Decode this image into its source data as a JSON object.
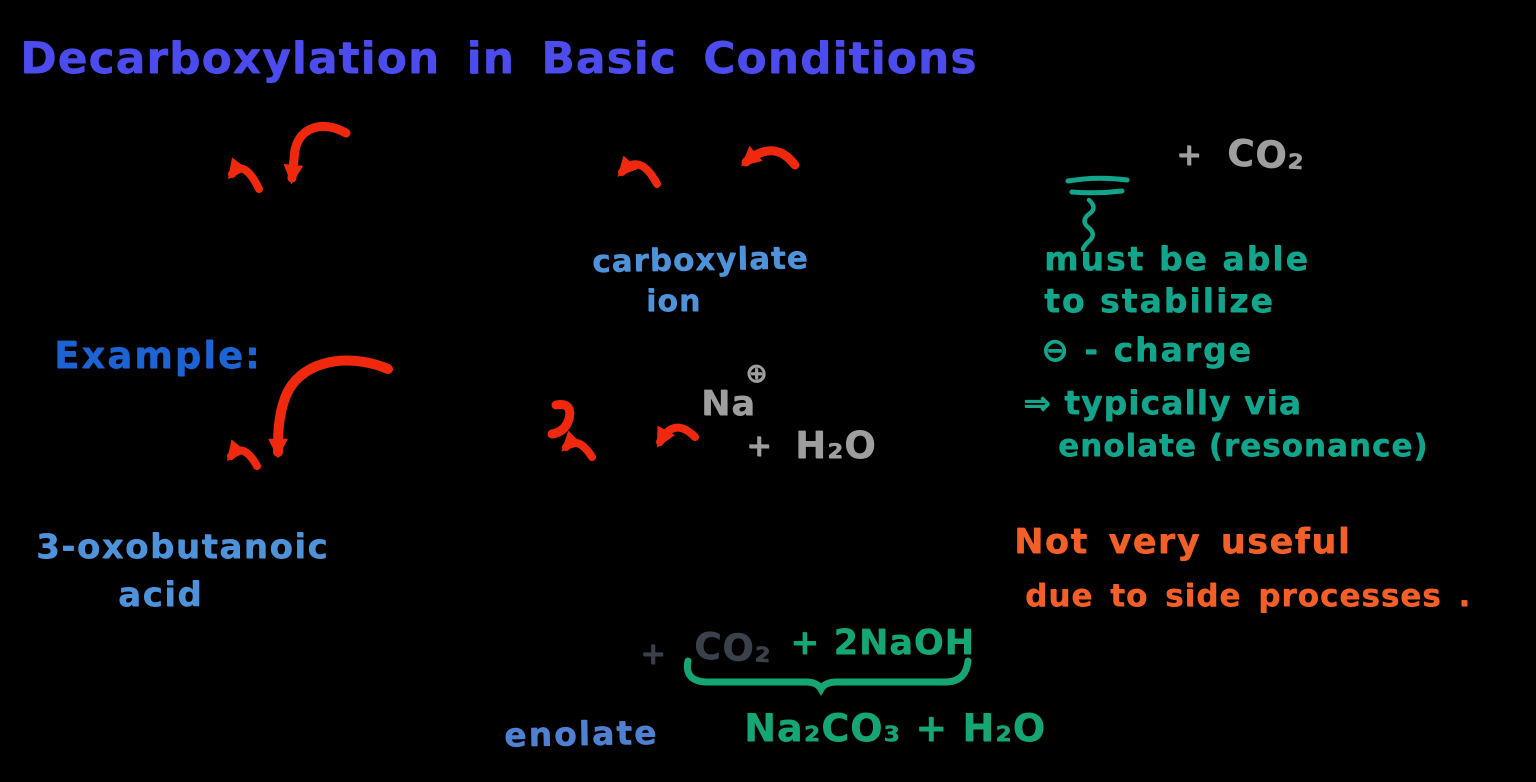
{
  "colors": {
    "background": "#000000",
    "title_blue": "#4c4bee",
    "example_blue": "#1c63d3",
    "label_light_blue": "#4e92da",
    "enolate_blue": "#4f80d2",
    "arrow_red": "#f0290e",
    "gray": "#9e9e9e",
    "charcoal": "#3a414b",
    "teal": "#12a58b",
    "green": "#16a674",
    "orange": "#f45f28"
  },
  "title": "Decarboxylation in Basic Conditions",
  "carboxylate_label": {
    "line1": "carboxylate",
    "line2": "ion"
  },
  "example_label": "Example:",
  "sodium_cation": {
    "symbol": "Na",
    "charge": "⊕"
  },
  "water_term": {
    "plus": "+",
    "formula": "H₂O"
  },
  "co2_term": {
    "plus": "+",
    "formula": "CO₂"
  },
  "requirement_note": {
    "lines": [
      "must be able",
      "to stabilize",
      "⊖ - charge",
      "⇒ typically via",
      "enolate (resonance)"
    ]
  },
  "reactant_label": {
    "line1": "3-oxobutanoic",
    "line2": "acid"
  },
  "warning_note": {
    "line1": "Not very useful",
    "line2": "due to side processes ."
  },
  "bottom_equation": {
    "plus": "+",
    "co2": "CO₂",
    "naoh_term": "+ 2NaOH",
    "products": "Na₂CO₃ + H₂O"
  },
  "enolate_label": "enolate"
}
